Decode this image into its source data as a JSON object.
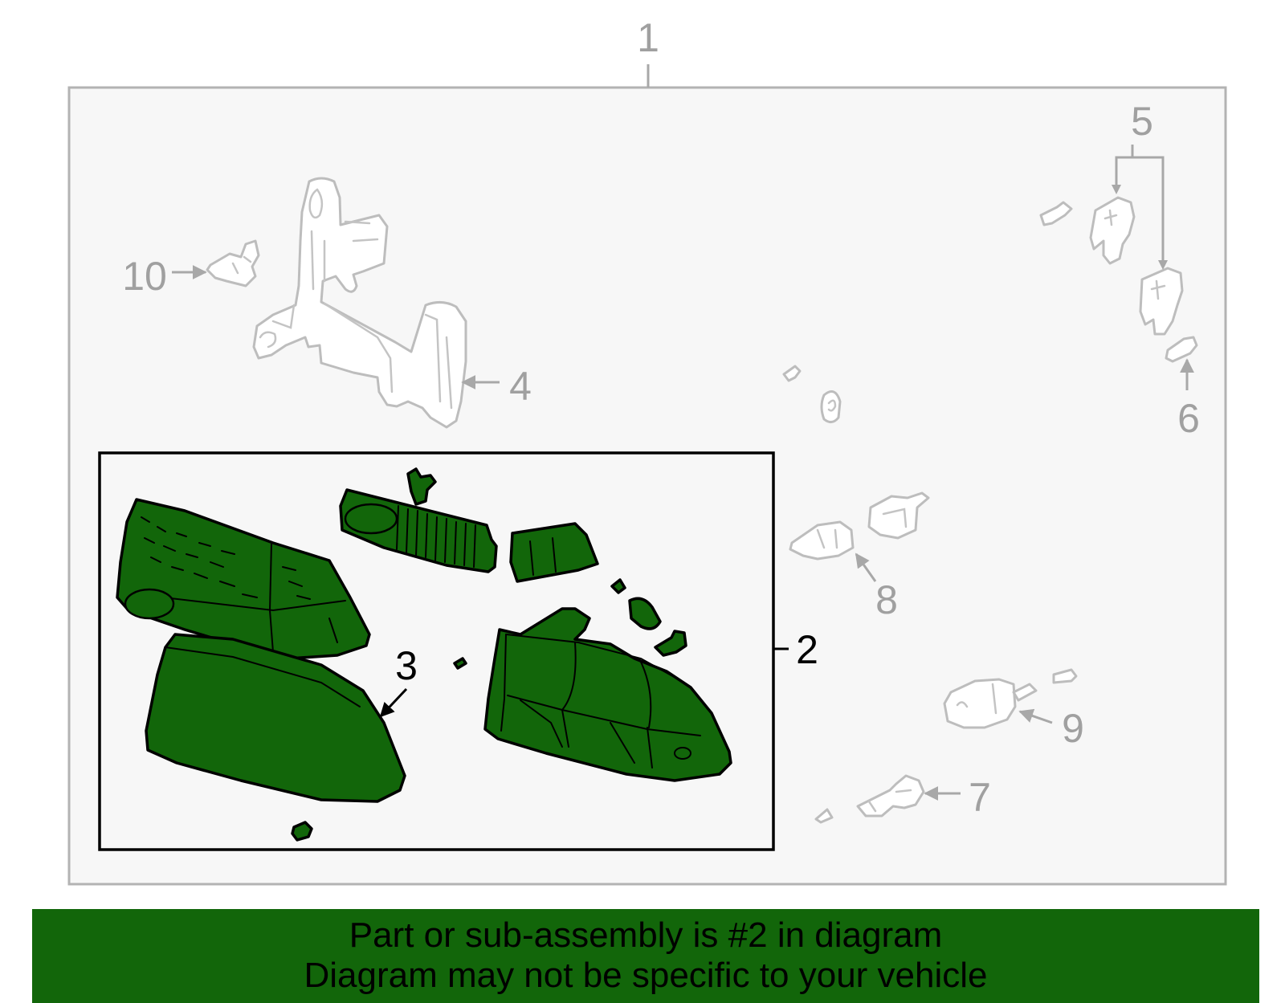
{
  "callouts": {
    "c1": "1",
    "c2": "2",
    "c3": "3",
    "c4": "4",
    "c5": "5",
    "c6": "6",
    "c7": "7",
    "c8": "8",
    "c9": "9",
    "c10": "10"
  },
  "banner": {
    "line1": "Part or sub-assembly is #2 in diagram",
    "line2": "Diagram may not be specific to your vehicle"
  },
  "colors": {
    "highlight": "#12660a",
    "outline_gray": "#bdbdbd",
    "panel_bg": "#f7f7f7"
  },
  "icons": {
    "arrow": "arrow-icon",
    "bracket": "bracket-icon",
    "lamp": "lamp-assembly-icon"
  }
}
